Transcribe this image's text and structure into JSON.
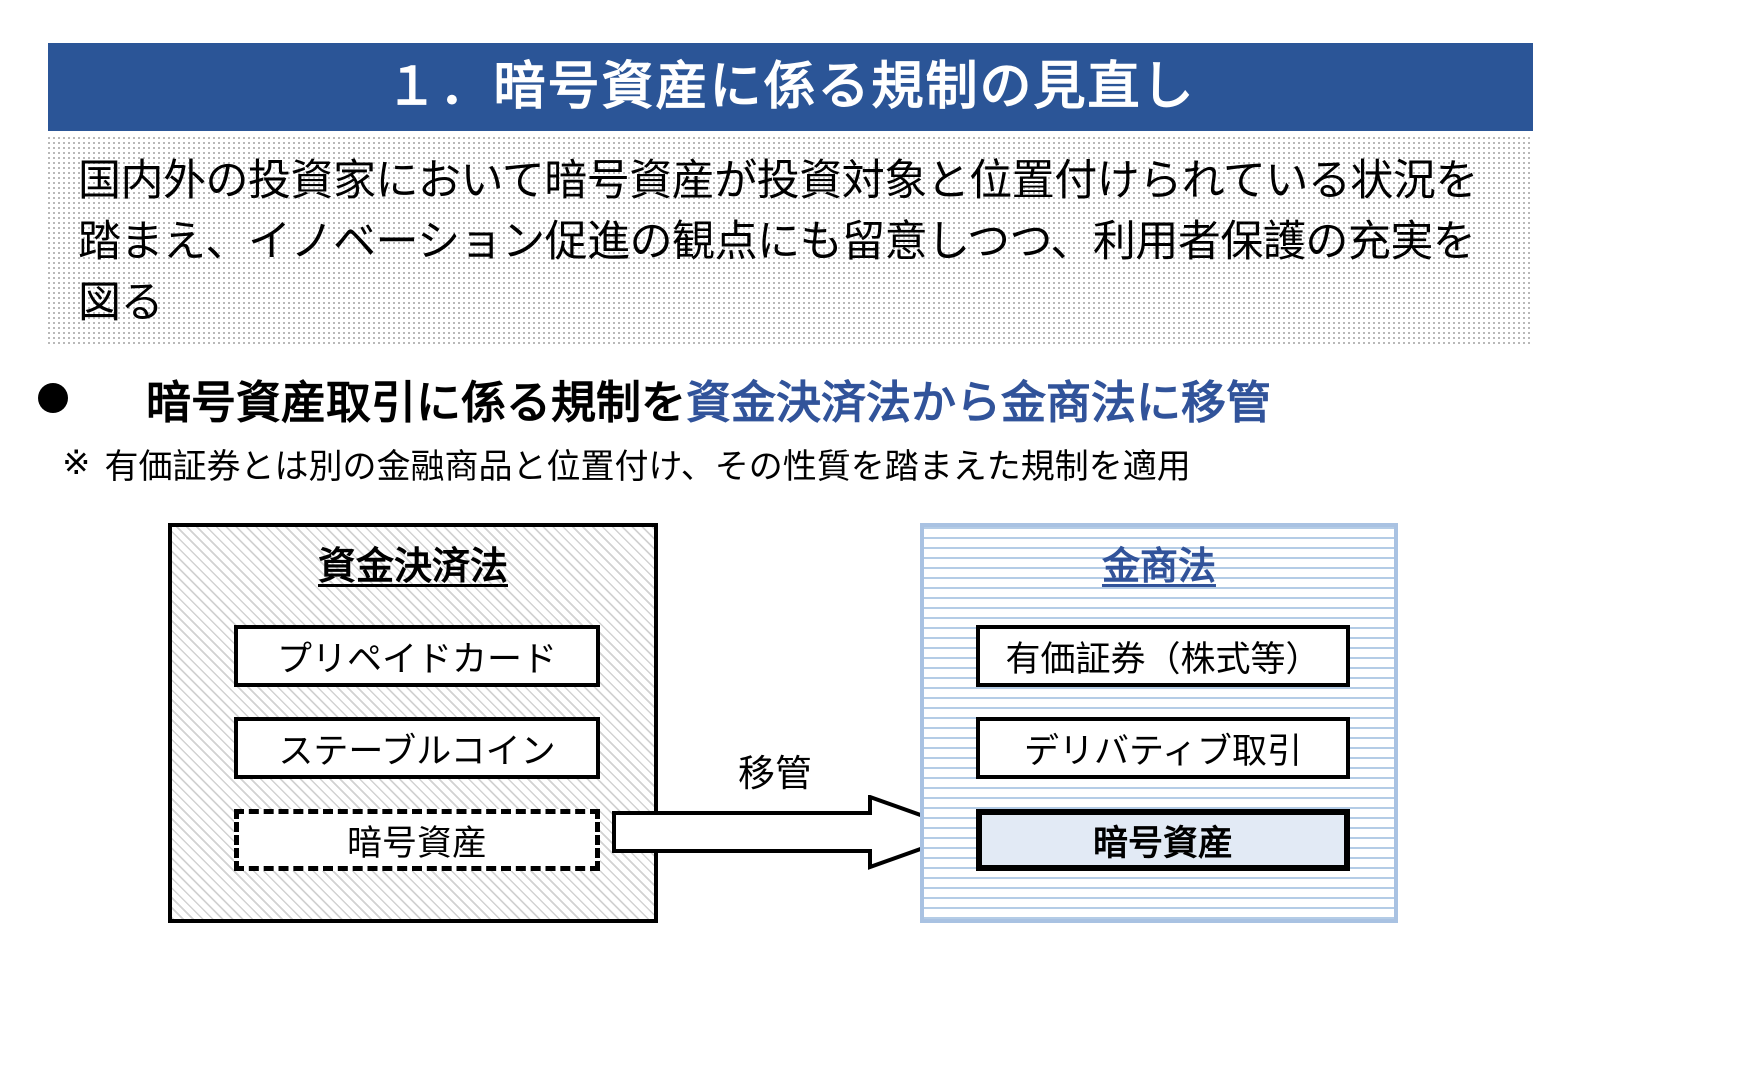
{
  "title": {
    "text": "１．暗号資産に係る規制の見直し",
    "bar_color": "#2B5597",
    "text_color": "#FFFFFF"
  },
  "lead": {
    "text": "国内外の投資家において暗号資産が投資対象と位置付けられている状況を踏まえ、イノベーション促進の観点にも留意しつつ、利用者保護の充実を図る"
  },
  "bullet": {
    "marker": "●",
    "main_text": "暗号資産取引に係る規制を",
    "accent_text": "資金決済法から金商法に移管",
    "accent_color": "#31539A"
  },
  "note": {
    "mark": "※",
    "text": "有価証券とは別の金融商品と位置付け、その性質を踏まえた規制を適用"
  },
  "diagram": {
    "left_panel": {
      "title": "資金決済法",
      "items": [
        {
          "label": "プリペイドカード",
          "style": "solid"
        },
        {
          "label": "ステーブルコイン",
          "style": "solid"
        },
        {
          "label": "暗号資産",
          "style": "dashed"
        }
      ]
    },
    "arrow": {
      "label": "移管",
      "direction": "right"
    },
    "right_panel": {
      "title": "金商法",
      "title_color": "#31539A",
      "items": [
        {
          "label": "有価証券（株式等）",
          "style": "solid"
        },
        {
          "label": "デリバティブ取引",
          "style": "solid"
        },
        {
          "label": "暗号資産",
          "style": "highlight"
        }
      ],
      "highlight_fill": "#E2EAF5",
      "border_color": "#A9C2E2"
    }
  }
}
